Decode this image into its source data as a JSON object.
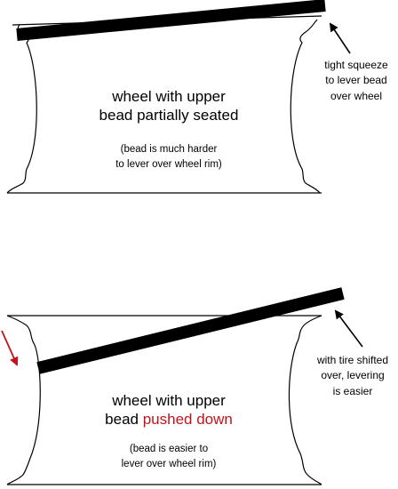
{
  "panel_top": {
    "title_line1": "wheel with upper",
    "title_line2": "bead partially seated",
    "note_line1": "(bead is much harder",
    "note_line2": "to lever over wheel rim)",
    "callout_line1": "tight squeeze",
    "callout_line2": "to lever bead",
    "callout_line3": "over wheel"
  },
  "panel_bottom": {
    "title_line1": "wheel with upper",
    "title_line2_prefix": "bead ",
    "title_line2_highlight": "pushed down",
    "note_line1": "(bead is easier to",
    "note_line2": "lever over wheel rim)",
    "callout_line1": "with tire shifted",
    "callout_line2": "over, levering",
    "callout_line3": "is easier"
  },
  "colors": {
    "outline": "#000000",
    "lever": "#000000",
    "highlight": "#c0141c",
    "background": "#ffffff"
  }
}
